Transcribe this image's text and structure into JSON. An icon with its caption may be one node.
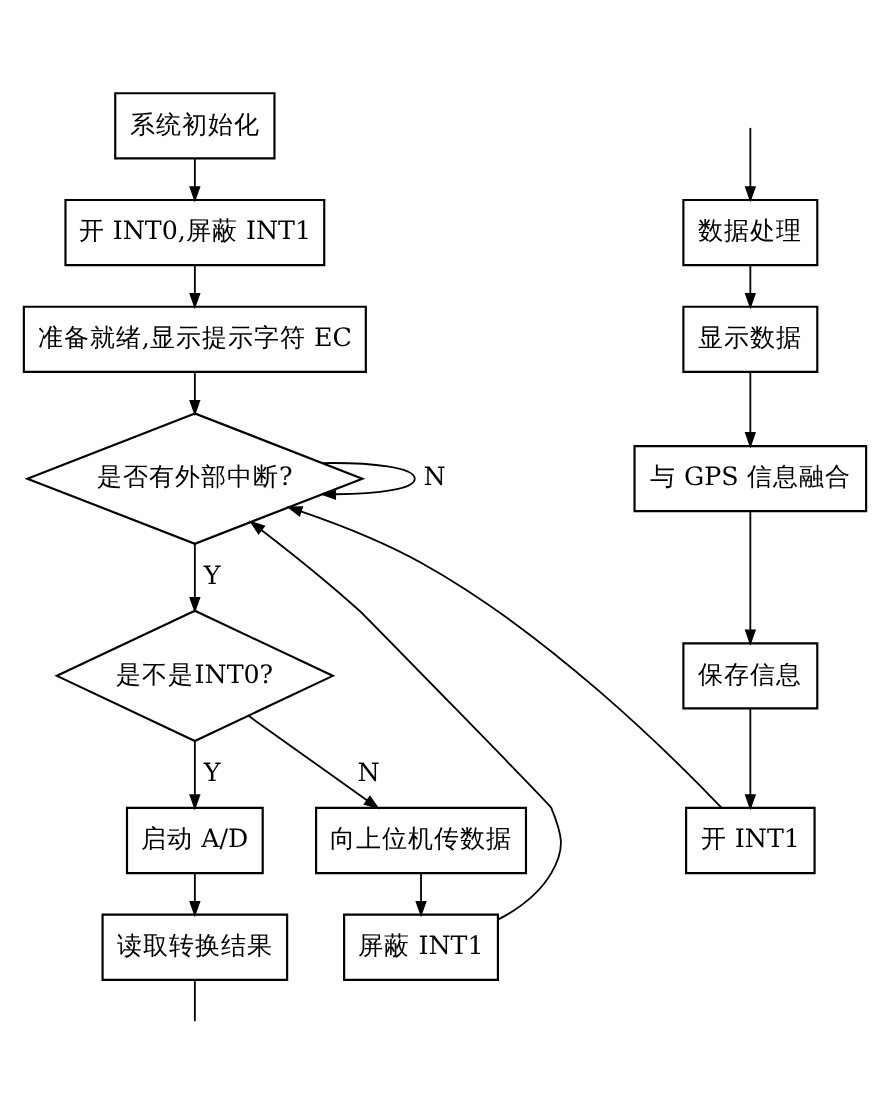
{
  "diagram": {
    "nodes": [
      {
        "text": [
          "系统初始化"
        ]
      },
      {
        "text": [
          "开 INT0,屏蔽 INT1"
        ]
      },
      {
        "text": [
          "准备就绪,显示提示字符 EC"
        ]
      },
      {
        "text": [
          "是否有外部中断?"
        ]
      },
      {
        "text": [
          "是不是INT0?"
        ]
      },
      {
        "text": [
          "启动 A/D"
        ]
      },
      {
        "text": [
          "读取转换结果"
        ]
      },
      {
        "text": [
          "向上位机传数据"
        ]
      },
      {
        "text": [
          "屏蔽 INT1"
        ]
      },
      {
        "text": [
          "数据处理"
        ]
      },
      {
        "text": [
          "显示数据"
        ]
      },
      {
        "text": [
          "与 GPS 信息融合"
        ]
      },
      {
        "text": [
          "保存信息"
        ]
      },
      {
        "text": [
          "开 INT1"
        ]
      }
    ],
    "edges": [
      {
        "from": 0,
        "to": 1,
        "arrow": "to"
      },
      {
        "from": 1,
        "to": 2,
        "arrow": "to"
      },
      {
        "from": 2,
        "to": 3,
        "arrow": "to"
      },
      {
        "from": 3,
        "to": 3,
        "arrow": "to",
        "label": "N"
      },
      {
        "from": 3,
        "to": 4,
        "arrow": "to",
        "label": "Y"
      },
      {
        "from": 4,
        "to": 5,
        "arrow": "to",
        "label": "Y"
      },
      {
        "from": 4,
        "to": 7,
        "arrow": "to",
        "label": "N"
      },
      {
        "from": 5,
        "to": 6,
        "arrow": "to"
      },
      {
        "from": 7,
        "to": 8,
        "arrow": "to"
      },
      {
        "from": 8,
        "to": 3,
        "arrow": "to"
      },
      {
        "from": 13,
        "to": 3,
        "arrow": "to"
      },
      {
        "from": 6,
        "to": null,
        "arrow": "none"
      },
      {
        "from": null,
        "to": 9,
        "arrow": "to"
      },
      {
        "from": 9,
        "to": 10,
        "arrow": "to"
      },
      {
        "from": 10,
        "to": 11,
        "arrow": "to"
      },
      {
        "from": 11,
        "to": 12,
        "arrow": "to"
      },
      {
        "from": 12,
        "to": 13,
        "arrow": "to"
      }
    ]
  }
}
